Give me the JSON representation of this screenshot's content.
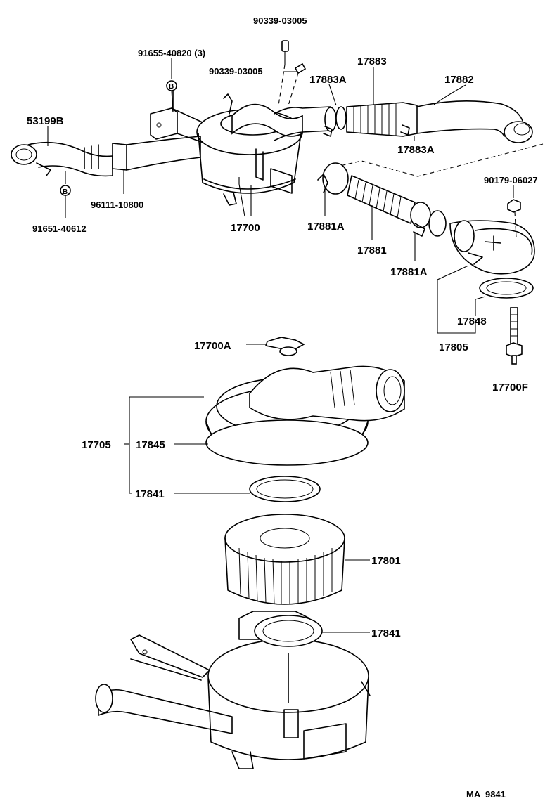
{
  "diagram": {
    "labels": {
      "p90339_top": "90339-03005",
      "p91655": "91655-40820 (3)",
      "p90339_mid": "90339-03005",
      "p17883": "17883",
      "p17883A_top": "17883A",
      "p17882": "17882",
      "p53199B": "53199B",
      "p17883A_bot": "17883A",
      "p90179": "90179-06027",
      "p96111": "96111-10800",
      "p17700": "17700",
      "p17881A_left": "17881A",
      "p91651": "91651-40612",
      "p17881": "17881",
      "p17881A_right": "17881A",
      "p17848": "17848",
      "p17805": "17805",
      "p17700A": "17700A",
      "p17700F": "17700F",
      "p17705": "17705",
      "p17845": "17845",
      "p17841_top": "17841",
      "p17801": "17801",
      "p17841_bot": "17841",
      "footer": "MA  9841",
      "badge_b": "B"
    }
  }
}
